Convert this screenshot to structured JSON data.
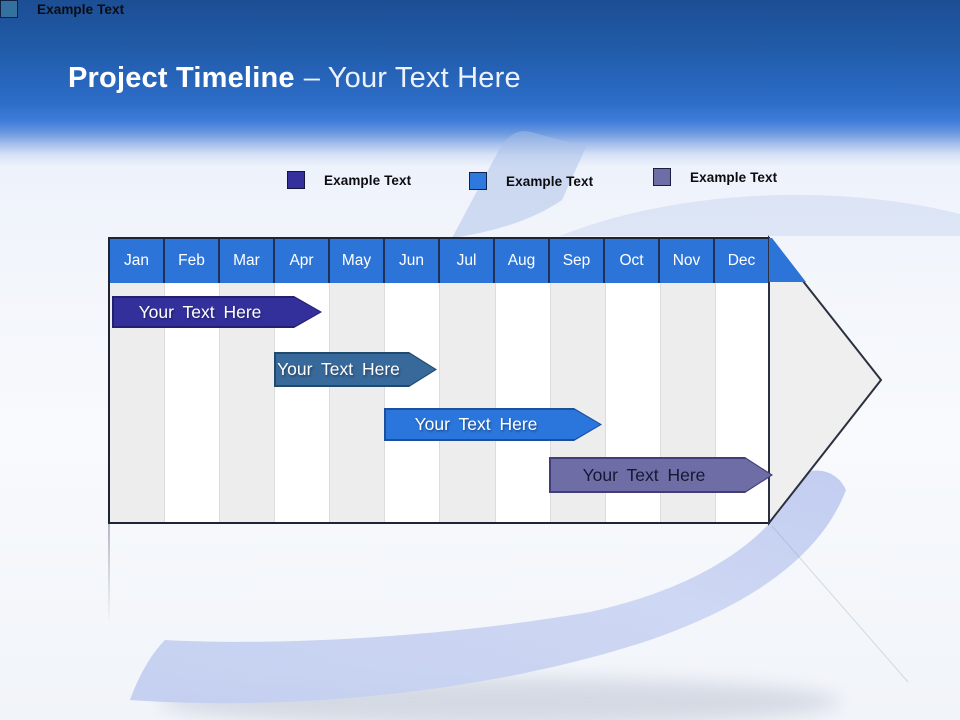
{
  "slide": {
    "title_bold": "Project Timeline",
    "title_rest": "– Your Text Here"
  },
  "legend": {
    "items": [
      {
        "label": "Example Text",
        "color": "#35309b"
      },
      {
        "label": "Example Text",
        "color": "#2d79dd"
      },
      {
        "label": "Example Text",
        "color": "#6f6da5"
      },
      {
        "label": "Example Text",
        "color": "#35719f"
      }
    ]
  },
  "timeline": {
    "header_color": "#2d74d9",
    "months": [
      "Jan",
      "Feb",
      "Mar",
      "Apr",
      "May",
      "Jun",
      "Jul",
      "Aug",
      "Sep",
      "Oct",
      "Nov",
      "Dec"
    ],
    "tasks": [
      {
        "label": "Your Text Here",
        "color": "#33309c",
        "border": "#232070",
        "text_color": "#ffffff"
      },
      {
        "label": "Your Text Here",
        "color": "#38699b",
        "border": "#1f4a6e",
        "text_color": "#ffffff"
      },
      {
        "label": "Your Text Here",
        "color": "#2b76dd",
        "border": "#1d4f9b",
        "text_color": "#ffffff"
      },
      {
        "label": "Your Text Here",
        "color": "#6f6da6",
        "border": "#403d78",
        "text_color": "#16163a"
      }
    ]
  }
}
